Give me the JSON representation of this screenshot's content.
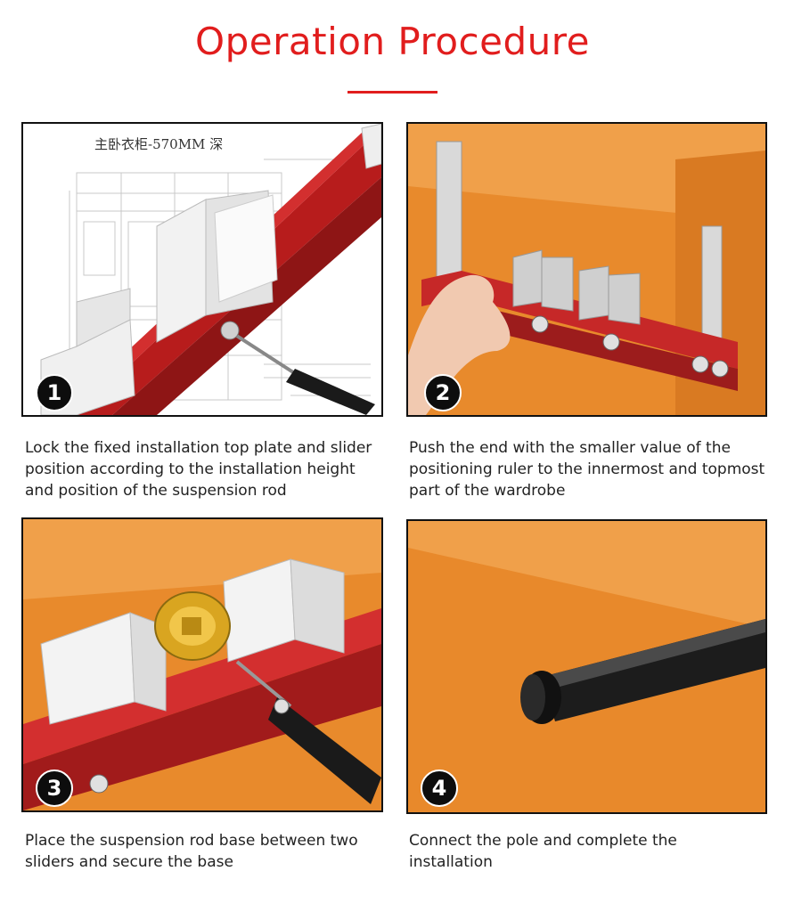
{
  "title": "Operation Procedure",
  "colors": {
    "accent": "#e11d1d",
    "ruler_red": "#c62828",
    "wood": "#e88a2c",
    "badge": "#0d0d0d"
  },
  "steps": [
    {
      "number": "1",
      "drawing_label": "主卧衣柜-570MM 深",
      "caption": "Lock the fixed installation top plate and slider position according to the installation height and position of the suspension rod"
    },
    {
      "number": "2",
      "caption": "Push the end with the smaller value of the positioning ruler to the innermost and topmost part of the wardrobe"
    },
    {
      "number": "3",
      "caption": "Place the suspension rod base between two sliders and secure the base"
    },
    {
      "number": "4",
      "caption": "Connect the pole and complete the installation"
    }
  ]
}
